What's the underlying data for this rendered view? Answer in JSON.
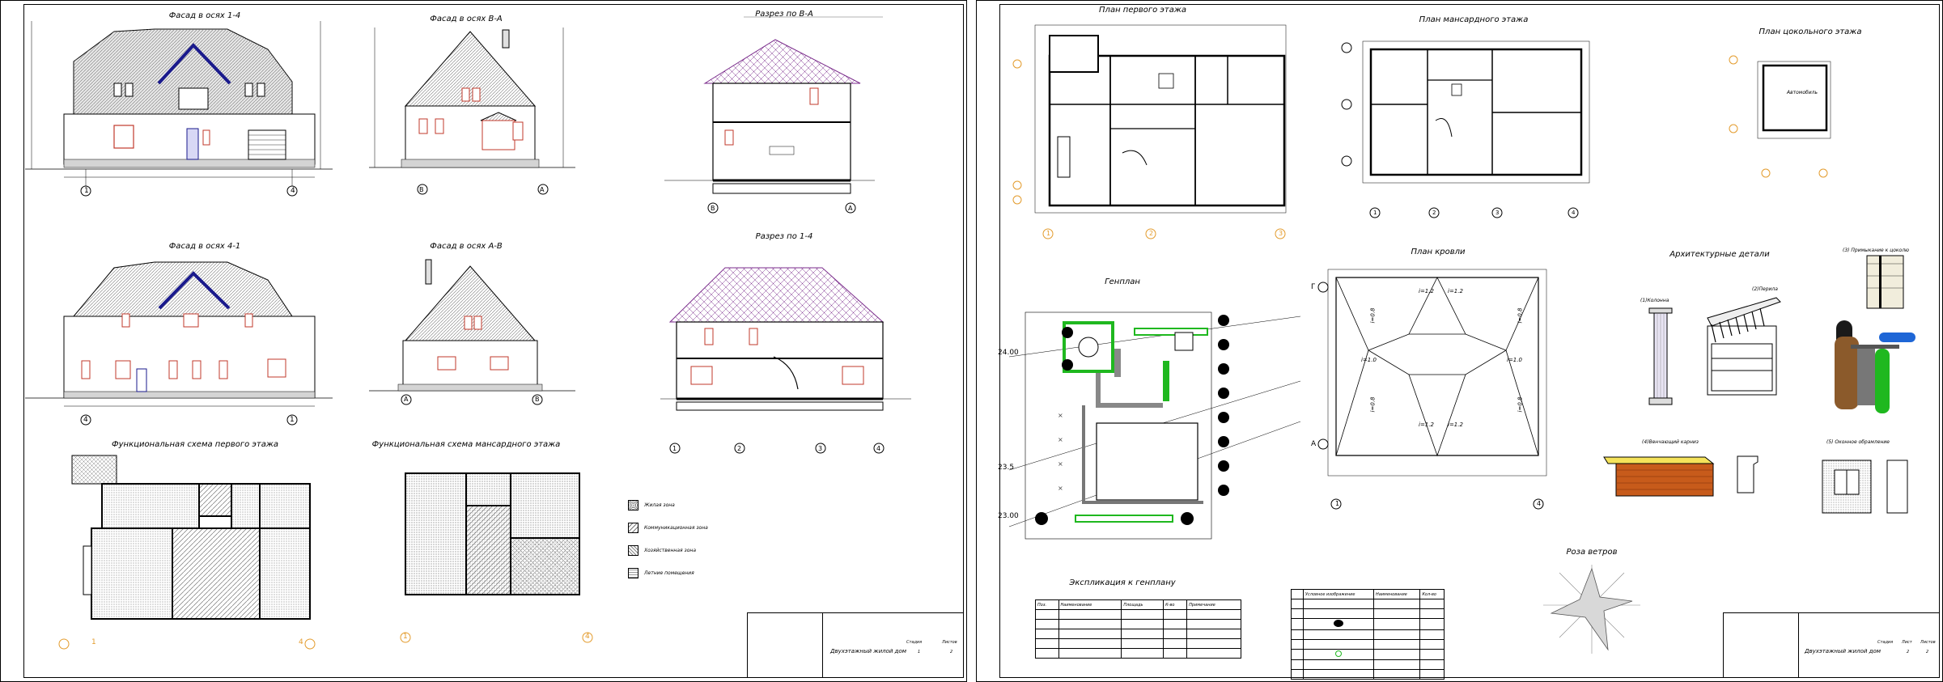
{
  "left_sheet": {
    "drawings": {
      "facade_1_4": {
        "title": "Фасад в осях 1-4",
        "axis_left": "1",
        "axis_right": "4"
      },
      "facade_V_A": {
        "title": "Фасад в осях В-А",
        "axis_left": "В",
        "axis_right": "А"
      },
      "section_V_A": {
        "title": "Разрез по В-А",
        "axis_left": "В",
        "axis_right": "А"
      },
      "facade_4_1": {
        "title": "Фасад в осях 4-1",
        "axis_left": "4",
        "axis_right": "1"
      },
      "facade_A_V": {
        "title": "Фасад в осях А-В",
        "axis_left": "А",
        "axis_right": "В"
      },
      "section_1_4": {
        "title": "Разрез по 1-4",
        "axes": [
          "1",
          "2",
          "3",
          "4"
        ]
      },
      "func_first": {
        "title": "Функциональная схема первого этажа",
        "axis_left": "1",
        "axis_right": "4"
      },
      "func_attic": {
        "title": "Функциональная схема мансардного этажа",
        "axis_left": "1",
        "axis_right": "4"
      }
    },
    "legend": [
      {
        "label": "Жилая зона"
      },
      {
        "label": "Коммуникационная зона"
      },
      {
        "label": "Хозяйственная зона"
      },
      {
        "label": "Летние помещения"
      }
    ],
    "stamp": {
      "name": "Двухэтажный жилой дом",
      "col_stage": "Стадия",
      "col_sheet": "Листов",
      "stage_val": "1",
      "sheets_val": "2"
    }
  },
  "right_sheet": {
    "drawings": {
      "plan_first": {
        "title": "План первого этажа",
        "axes": [
          "1",
          "2",
          "3"
        ]
      },
      "plan_attic": {
        "title": "План мансардного этажа",
        "axes": [
          "1",
          "2",
          "3",
          "4"
        ]
      },
      "plan_basement": {
        "title": "План цокольного этажа",
        "room": "Автомобиль"
      },
      "genplan": {
        "title": "Генплан",
        "levels": [
          "24.00",
          "23.5",
          "23.00"
        ]
      },
      "roof_plan": {
        "title": "План кровли",
        "slopes": [
          "i=1.2",
          "i=1.2",
          "i=0.8",
          "i=1.0",
          "i=1.0",
          "i=0.8",
          "i=1.2",
          "i=1.2",
          "i=0.8",
          "i=0.8"
        ],
        "axes": [
          "Г",
          "А",
          "1",
          "4"
        ]
      },
      "arch_details": {
        "title": "Архитектурные детали",
        "items": [
          "(1)Колонна",
          "(2)Перила",
          "(3) Примыкание к цоколю",
          "(4)Венчающий карниз",
          "(5) Оконное обрамление"
        ]
      },
      "wind_rose": {
        "title": "Роза ветров"
      }
    },
    "explication": {
      "title": "Экспликация к генплану",
      "headers": [
        "Поз.",
        "Наименование",
        "Площадь",
        "К-во",
        "Примечание"
      ]
    },
    "symbols_table": {
      "headers": [
        "Условное изображение",
        "Наименование",
        "Кол-во"
      ]
    },
    "stamp": {
      "name": "Двухэтажный жилой дом",
      "col_stage": "Стадия",
      "col_sheet": "Лист",
      "col_sheets": "Листов",
      "sheet_val": "2",
      "sheets_val": "2"
    }
  },
  "colors": {
    "roof_outline": "#1a1a8c",
    "window": "#c0392b",
    "green": "#1fb81f",
    "section_roof": "#7b2d8c",
    "axis_circle": "#e39b2c",
    "brick": "#c75b1b",
    "blue_detail": "#1e66d6"
  }
}
